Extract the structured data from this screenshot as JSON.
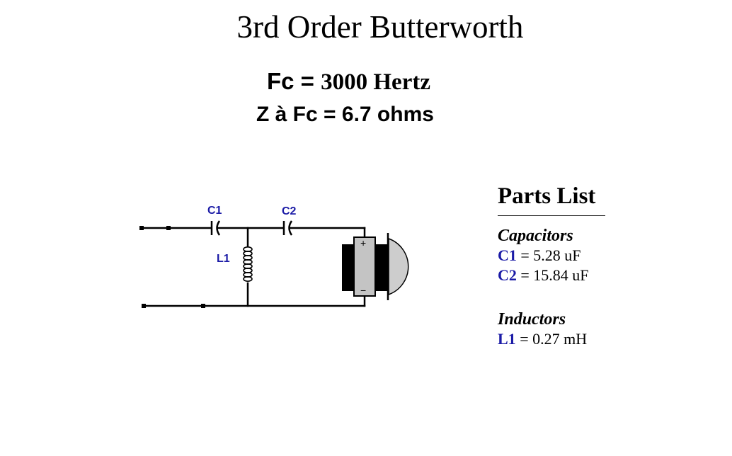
{
  "title": "3rd Order Butterworth",
  "fc_line": {
    "label": "Fc = ",
    "value": "3000 Hertz"
  },
  "z_line": "Z à Fc = 6.7 ohms",
  "schematic": {
    "labels": {
      "c1": "C1",
      "c2": "C2",
      "l1": "L1",
      "plus": "+",
      "minus": "−"
    },
    "label_color": "#1a1aa6"
  },
  "parts_list": {
    "heading": "Parts List",
    "capacitors_heading": "Capacitors",
    "capacitors": [
      {
        "ref": "C1",
        "value": " = 5.28 uF"
      },
      {
        "ref": "C2",
        "value": " = 15.84 uF"
      }
    ],
    "inductors_heading": "Inductors",
    "inductors": [
      {
        "ref": "L1",
        "value": " = 0.27 mH"
      }
    ]
  }
}
